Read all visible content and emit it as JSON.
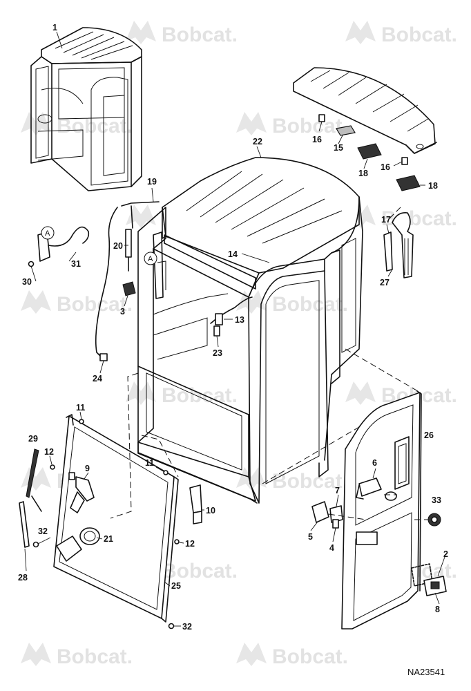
{
  "watermark": {
    "brand": "Bobcat."
  },
  "drawing_id": "NA23541",
  "ref_markers": [
    {
      "letter": "A"
    },
    {
      "letter": "A"
    }
  ],
  "callouts": [
    {
      "id": "c1",
      "label": "1"
    },
    {
      "id": "c22",
      "label": "22"
    },
    {
      "id": "c16a",
      "label": "16"
    },
    {
      "id": "c15",
      "label": "15"
    },
    {
      "id": "c18a",
      "label": "18"
    },
    {
      "id": "c16b",
      "label": "16"
    },
    {
      "id": "c18b",
      "label": "18"
    },
    {
      "id": "c19",
      "label": "19"
    },
    {
      "id": "c17",
      "label": "17"
    },
    {
      "id": "c20",
      "label": "20"
    },
    {
      "id": "c31",
      "label": "31"
    },
    {
      "id": "c30",
      "label": "30"
    },
    {
      "id": "c14",
      "label": "14"
    },
    {
      "id": "c27",
      "label": "27"
    },
    {
      "id": "c3",
      "label": "3"
    },
    {
      "id": "c13",
      "label": "13"
    },
    {
      "id": "c23",
      "label": "23"
    },
    {
      "id": "c24",
      "label": "24"
    },
    {
      "id": "c11a",
      "label": "11"
    },
    {
      "id": "c26",
      "label": "26"
    },
    {
      "id": "c29",
      "label": "29"
    },
    {
      "id": "c12a",
      "label": "12"
    },
    {
      "id": "c9",
      "label": "9"
    },
    {
      "id": "c11b",
      "label": "11"
    },
    {
      "id": "c6",
      "label": "6"
    },
    {
      "id": "c7",
      "label": "7"
    },
    {
      "id": "c10",
      "label": "10"
    },
    {
      "id": "c33",
      "label": "33"
    },
    {
      "id": "c5",
      "label": "5"
    },
    {
      "id": "c4",
      "label": "4"
    },
    {
      "id": "c32a",
      "label": "32"
    },
    {
      "id": "c21",
      "label": "21"
    },
    {
      "id": "c12b",
      "label": "12"
    },
    {
      "id": "c2",
      "label": "2"
    },
    {
      "id": "c28",
      "label": "28"
    },
    {
      "id": "c25",
      "label": "25"
    },
    {
      "id": "c8",
      "label": "8"
    },
    {
      "id": "c32b",
      "label": "32"
    }
  ]
}
